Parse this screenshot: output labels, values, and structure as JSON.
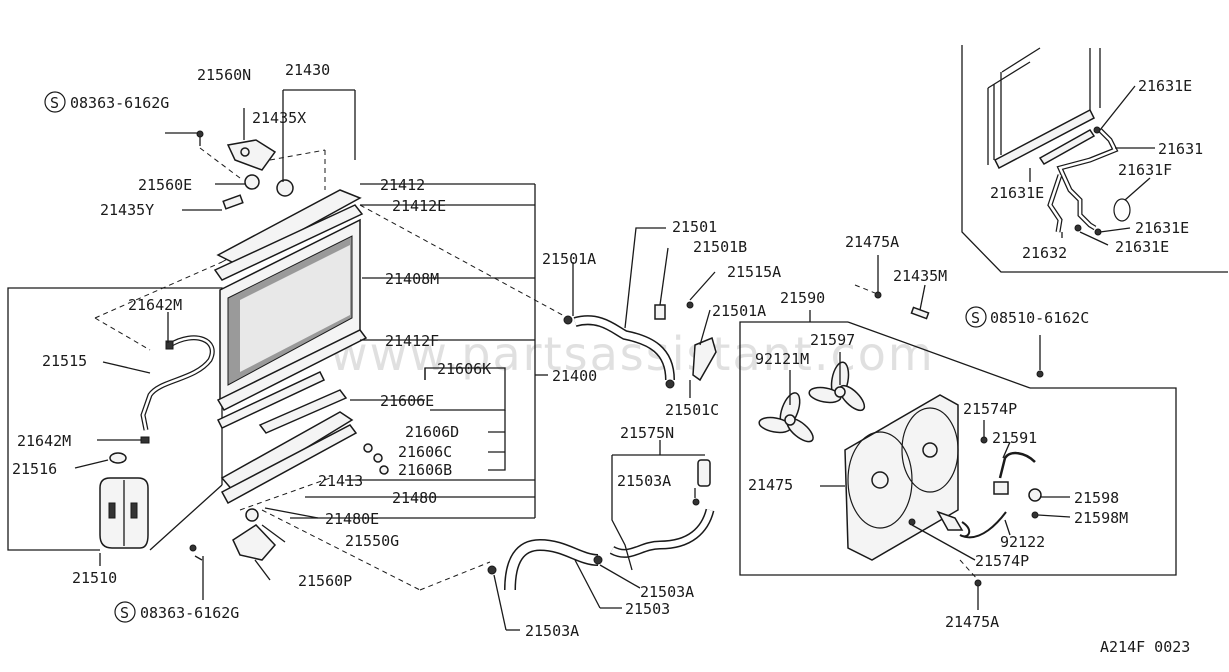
{
  "watermark": "www.partsassistant.com",
  "diagram_code": "A214F 0023",
  "labels": {
    "p21560N": "21560N",
    "p21430": "21430",
    "s08363a": "08363-6162G",
    "p21435X": "21435X",
    "p21560E": "21560E",
    "p21435Y": "21435Y",
    "p21412": "21412",
    "p21412E": "21412E",
    "p21408M": "21408M",
    "p21412F": "21412F",
    "p21606K": "21606K",
    "p21400": "21400",
    "p21606E": "21606E",
    "p21606D": "21606D",
    "p21606C": "21606C",
    "p21606B": "21606B",
    "p21413": "21413",
    "p21480": "21480",
    "p21480E": "21480E",
    "p21550G": "21550G",
    "p21560P": "21560P",
    "s08363b": "08363-6162G",
    "p21642Ma": "21642M",
    "p21515": "21515",
    "p21642Mb": "21642M",
    "p21516": "21516",
    "p21510": "21510",
    "p21501": "21501",
    "p21501B": "21501B",
    "p21501Aa": "21501A",
    "p21515A": "21515A",
    "p21501Ab": "21501A",
    "p21501C": "21501C",
    "p21575N": "21575N",
    "p21503Aa": "21503A",
    "p21503Ab": "21503A",
    "p21503": "21503",
    "p21503Ac": "21503A",
    "p21475Aa": "21475A",
    "p21435M": "21435M",
    "p21590": "21590",
    "s08510": "08510-6162C",
    "p21597": "21597",
    "p92121M": "92121M",
    "p21574Pa": "21574P",
    "p21591": "21591",
    "p21475": "21475",
    "p21598": "21598",
    "p21598M": "21598M",
    "p92122": "92122",
    "p21574Pb": "21574P",
    "p21475Ab": "21475A",
    "p21631Ea": "21631E",
    "p21631": "21631",
    "p21631Eb": "21631E",
    "p21631F": "21631F",
    "p21631Ec": "21631E",
    "p21632": "21632",
    "p21631Ed": "21631E"
  },
  "screw_symbol": "S"
}
